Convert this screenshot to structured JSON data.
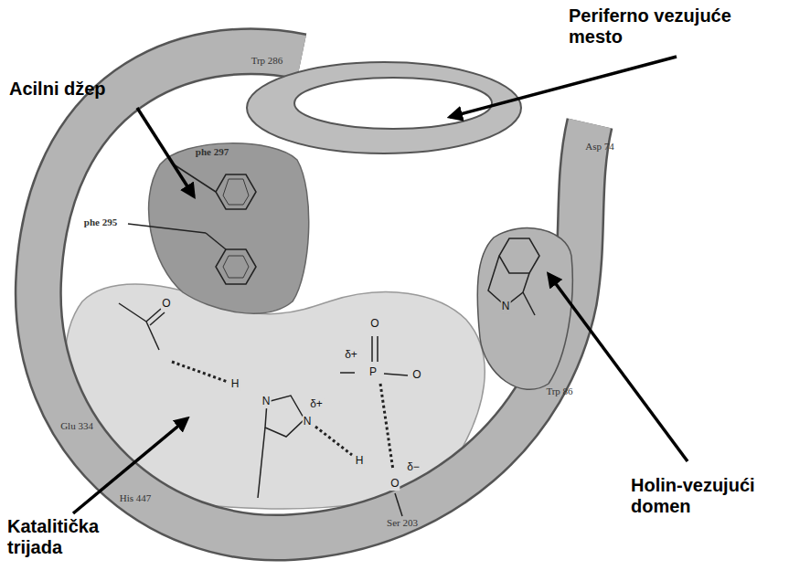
{
  "diagram": {
    "labels": [
      "Acilni džep",
      "Periferno vezujuće mesto",
      "Trp 286",
      "phe 297",
      "phe 295",
      "Asp 74",
      "Trp 86",
      "N",
      "O",
      "δ+",
      "P",
      "O",
      "O",
      "Glu 334",
      "H",
      "N",
      "δ+",
      "N",
      "H",
      "δ−",
      "O",
      "His 447",
      "Ser 203",
      "Holin-vezujući domen",
      "Katalitička trijada"
    ]
  }
}
